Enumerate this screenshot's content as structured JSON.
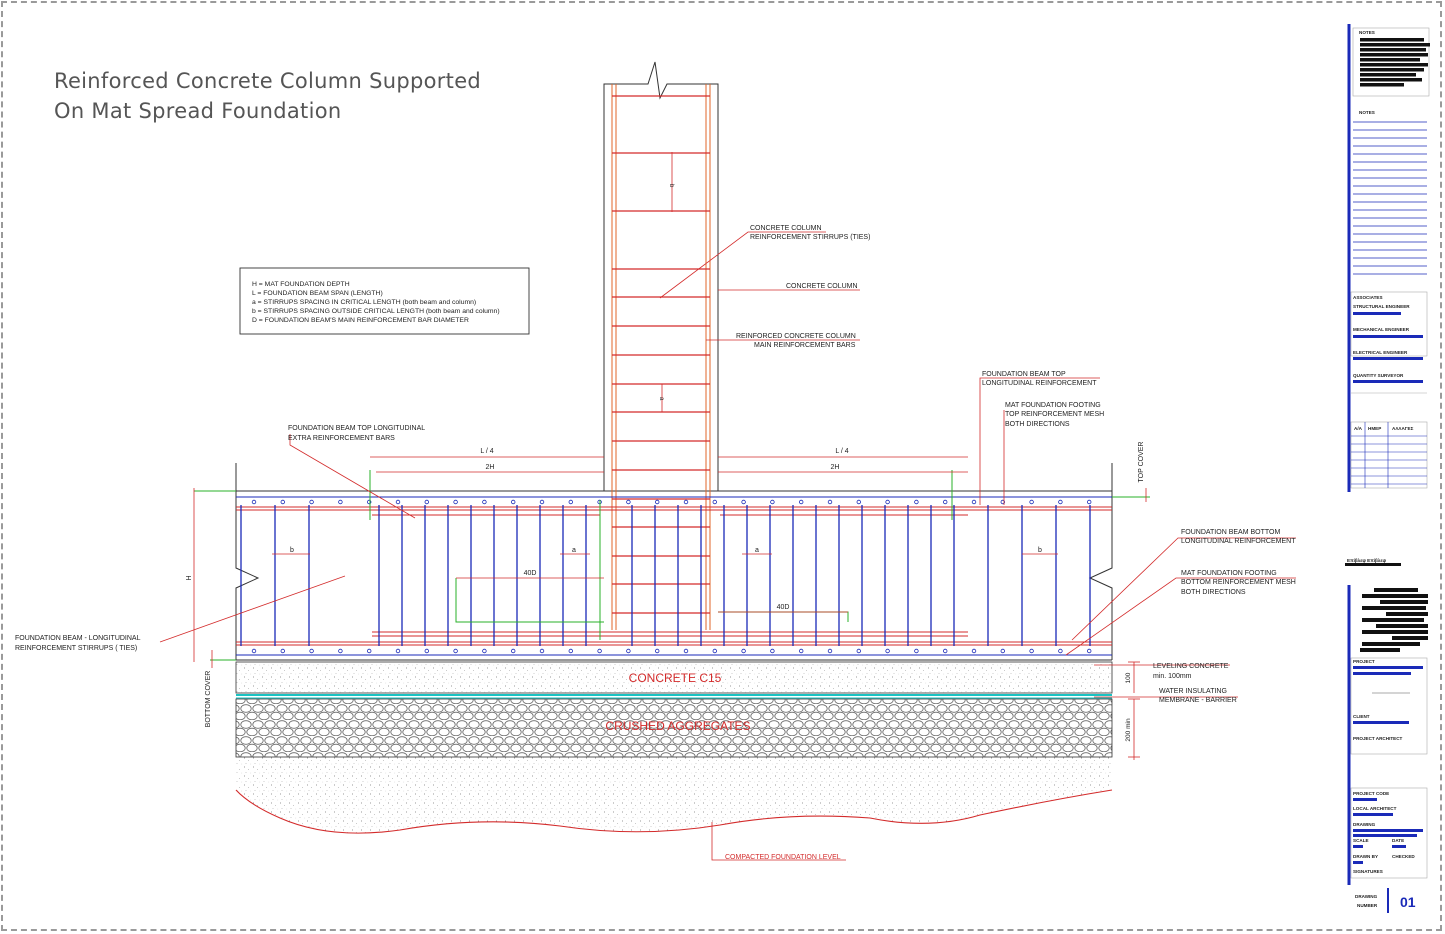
{
  "title": {
    "line1": "Reinforced Concrete Column Supported",
    "line2": "On Mat Spread Foundation"
  },
  "legend": [
    "H = MAT FOUNDATION DEPTH",
    "L = FOUNDATION BEAM SPAN (LENGTH)",
    "a = STIRRUPS SPACING IN CRITICAL LENGTH (both beam and column)",
    "b = STIRRUPS SPACING OUTSIDE CRITICAL LENGTH (both beam and column)",
    "D = FOUNDATION BEAM'S MAIN REINFORCEMENT BAR DIAMETER"
  ],
  "labels": {
    "col_stirrups_1": "CONCRETE COLUMN",
    "col_stirrups_2": "REINFORCEMENT STIRRUPS (TIES)",
    "concrete_column": "CONCRETE COLUMN",
    "col_main_1": "REINFORCED CONCRETE COLUMN",
    "col_main_2": "MAIN REINFORCEMENT BARS",
    "fb_top_long_1": "FOUNDATION BEAM TOP",
    "fb_top_long_2": "LONGITUDINAL REINFORCEMENT",
    "mat_top_1": "MAT FOUNDATION FOOTING",
    "mat_top_2": "TOP REINFORCEMENT MESH",
    "mat_top_3": "BOTH DIRECTIONS",
    "fb_extra_1": "FOUNDATION BEAM TOP LONGITUDINAL",
    "fb_extra_2": "EXTRA REINFORCEMENT BARS",
    "fb_bottom_1": "FOUNDATION BEAM BOTTOM",
    "fb_bottom_2": "LONGITUDINAL REINFORCEMENT",
    "mat_bottom_1": "MAT FOUNDATION FOOTING",
    "mat_bottom_2": "BOTTOM REINFORCEMENT MESH",
    "mat_bottom_3": "BOTH DIRECTIONS",
    "fb_stirrups_1": "FOUNDATION BEAM - LONGITUDINAL",
    "fb_stirrups_2": "REINFORCEMENT STIRRUPS ( TIES)",
    "leveling_1": "LEVELING CONCRETE",
    "leveling_2": "min. 100mm",
    "membrane_1": "WATER INSULATING",
    "membrane_2": "MEMBRANE - BARRIER",
    "concrete_c15": "CONCRETE C15",
    "crushed": "CRUSHED AGGREGATES",
    "compacted": "COMPACTED FOUNDATION LEVEL"
  },
  "dims": {
    "l4": "L / 4",
    "two_h": "2H",
    "forty_d": "40D",
    "a": "a",
    "b": "b",
    "h": "H",
    "top_cover": "TOP COVER",
    "bottom_cover": "BOTTOM COVER",
    "d100": "100",
    "d200": "200 min"
  },
  "titleblock": {
    "notes1": "NOTES",
    "notes2": "NOTES",
    "associates": "ASSOCIATES",
    "structural": "STRUCTURAL ENGINEER",
    "mechanical": "MECHANICAL ENGINEER",
    "electrical": "ELECTRICAL ENGINEER",
    "quantity": "QUANTITY SURVEYOR",
    "rev_col1": "A/A",
    "rev_col2": "HMEP",
    "rev_col3": "ΑΛΛΑΓΕΣ",
    "signature_note": "Επίβλεψ Επίβλεψ",
    "project": "PROJECT",
    "client": "CLIENT",
    "project_architect": "PROJECT ARCHITECT",
    "project_code": "PROJECT CODE",
    "local_architect": "LOCAL ARCHITECT",
    "drawing": "DRAWING",
    "scale": "SCALE",
    "date": "DATE",
    "drawn_by": "DRAWN BY",
    "checked": "CHECKED",
    "signatures": "SIGNATURES",
    "drawing_number_1": "DRAWING",
    "drawing_number_2": "NUMBER",
    "drawing_number": "01"
  },
  "colors": {
    "red": "#d32b2b",
    "orange": "#e0662a",
    "blue": "#1a2ab8",
    "green": "#2ab02a",
    "cyan": "#19c3c3",
    "line": "#333333"
  }
}
